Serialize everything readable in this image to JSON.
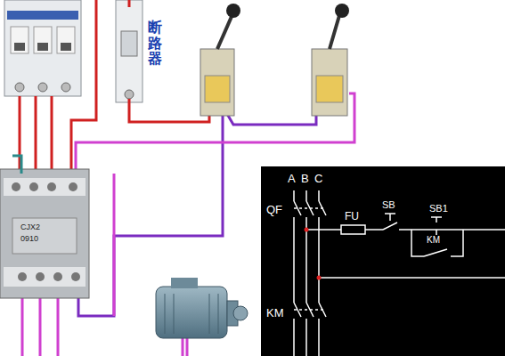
{
  "diagram": {
    "labels": [
      "断路器",
      "CJX2",
      "0910",
      "A",
      "B",
      "C",
      "QF",
      "FU",
      "SB",
      "SB1",
      "KM",
      "KM"
    ]
  }
}
